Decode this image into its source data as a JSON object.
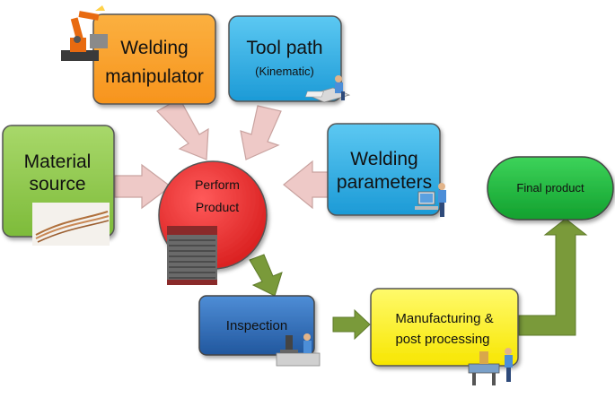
{
  "nodes": {
    "welding_manipulator": {
      "line1": "Welding",
      "line2": "manipulator",
      "color": "#F7941D"
    },
    "tool_path": {
      "line1": "Tool path",
      "line2": "(Kinematic)",
      "color": "#29ABE2"
    },
    "material_source": {
      "line1": "Material",
      "line2": "source",
      "color": "#8BC53F"
    },
    "welding_parameters": {
      "line1": "Welding",
      "line2": "parameters",
      "color": "#29ABE2"
    },
    "perform_product": {
      "line1": "Perform",
      "line2": "Product",
      "color": "#ED1C24"
    },
    "inspection": {
      "label": "Inspection",
      "color": "#2E6DB4"
    },
    "manufacturing": {
      "line1": "Manufacturing &",
      "line2": "post processing",
      "color": "#FFF200"
    },
    "final_product": {
      "label": "Final product",
      "color": "#1EB53A"
    }
  },
  "colors": {
    "input_arrow": "#EEC9C7",
    "flow_arrow": "#7A9A3A"
  },
  "icons": [
    "robot-arm-icon",
    "person-at-desk-icon",
    "welding-wire-photo",
    "wire-coil-photo",
    "microscope-person-icon",
    "factory-worker-icon"
  ]
}
